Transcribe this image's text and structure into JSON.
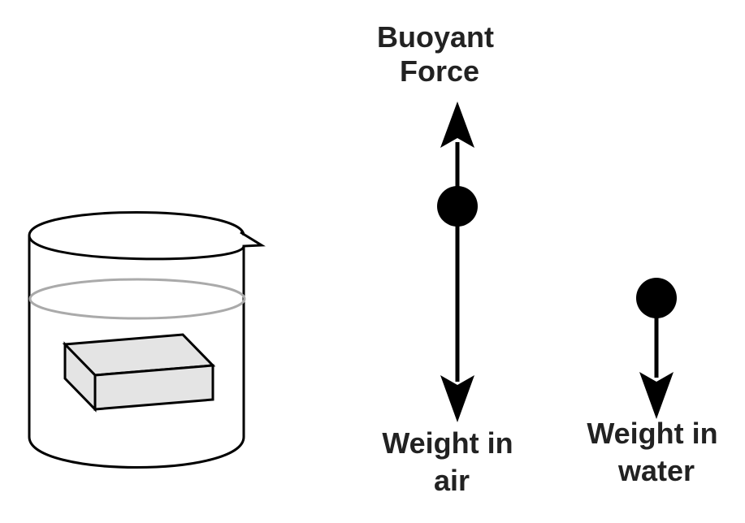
{
  "labels": {
    "buoyant_force": [
      "Buoyant",
      "Force"
    ],
    "weight_in_air": [
      "Weight in",
      "air"
    ],
    "weight_in_water": [
      "Weight in",
      "water"
    ]
  },
  "colors": {
    "ink": "#000000",
    "label": "#222222",
    "water_line": "#aaaaaa",
    "block_fill": "#e4e4e4",
    "background": "#ffffff"
  }
}
